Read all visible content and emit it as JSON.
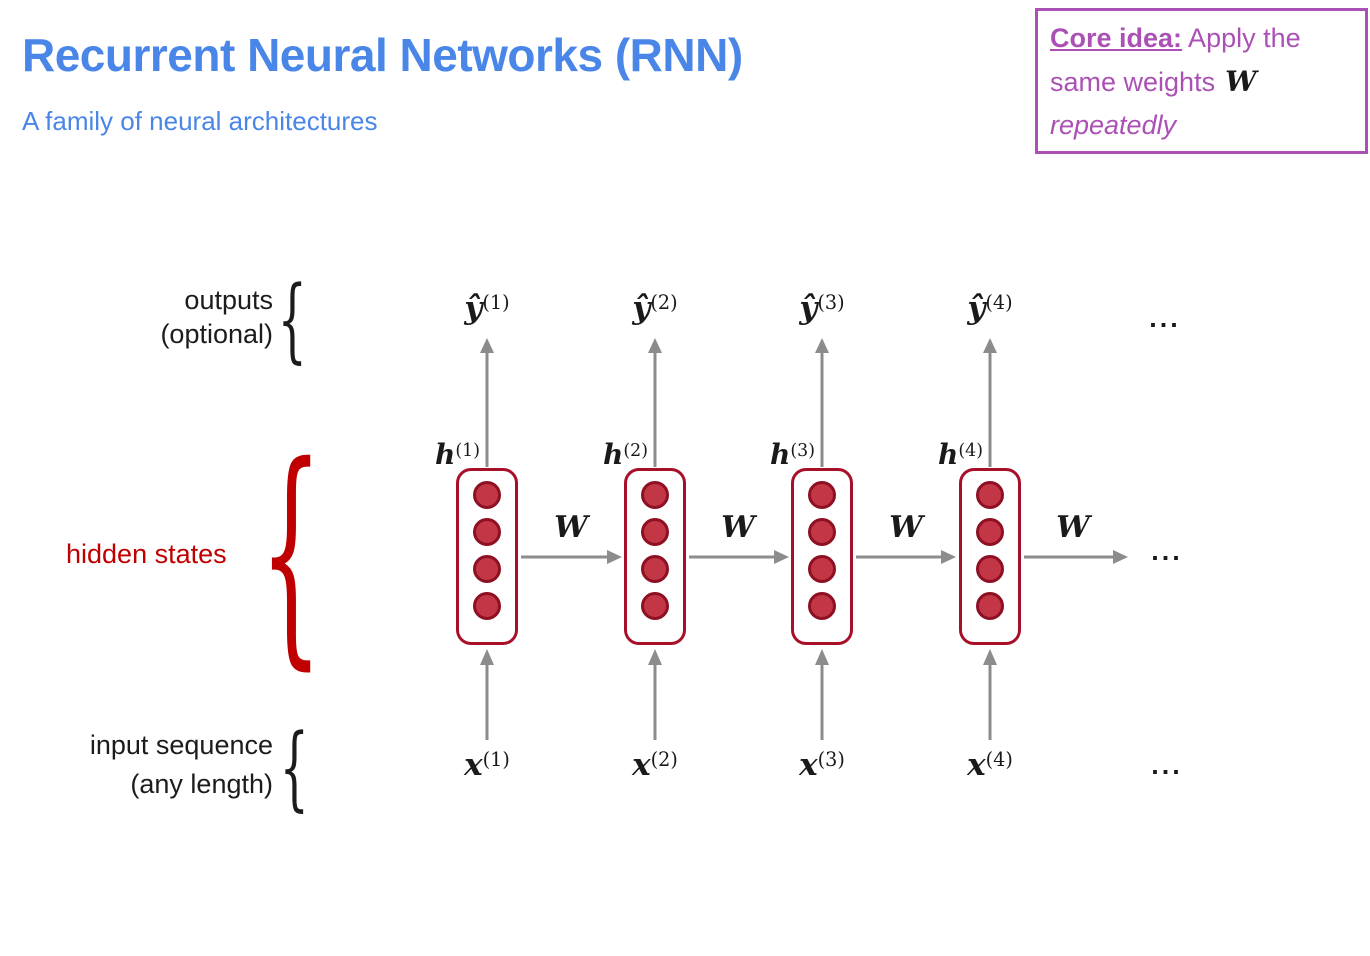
{
  "header": {
    "title": "Recurrent Neural Networks (RNN)",
    "subtitle": "A family of neural architectures"
  },
  "note": {
    "heading": "Core idea:",
    "heading_rest": " Apply the",
    "line2": "same weights",
    "w": "W",
    "line3": "repeatedly"
  },
  "annotations": {
    "outputs_line1": "outputs",
    "outputs_line2": "(optional)",
    "hidden": "hidden states",
    "inputs_line1": "input sequence",
    "inputs_line2": "(any length)",
    "brace_glyph": "{"
  },
  "diagram": {
    "columns": [
      {
        "y_base": "ŷ",
        "y_sup": "(1)",
        "h_base": "h",
        "h_sup": "(1)",
        "x_base": "x",
        "x_sup": "(1)",
        "w": "W"
      },
      {
        "y_base": "ŷ",
        "y_sup": "(2)",
        "h_base": "h",
        "h_sup": "(2)",
        "x_base": "x",
        "x_sup": "(2)",
        "w": "W"
      },
      {
        "y_base": "ŷ",
        "y_sup": "(3)",
        "h_base": "h",
        "h_sup": "(3)",
        "x_base": "x",
        "x_sup": "(3)",
        "w": "W"
      },
      {
        "y_base": "ŷ",
        "y_sup": "(4)",
        "h_base": "h",
        "h_sup": "(4)",
        "x_base": "x",
        "x_sup": "(4)",
        "w": "W"
      }
    ],
    "ellipsis": {
      "top": "...",
      "middle": "...",
      "bottom": "..."
    }
  },
  "colors": {
    "title_blue": "#4a86e8",
    "note_purple": "#ab51b5",
    "annotation_red": "#c00000",
    "box_border_red": "#a8102a",
    "circle_fill": "#c23645",
    "circle_stroke": "#8e1023",
    "arrow_gray": "#8c8c8c",
    "text_black": "#1a1a1a"
  }
}
